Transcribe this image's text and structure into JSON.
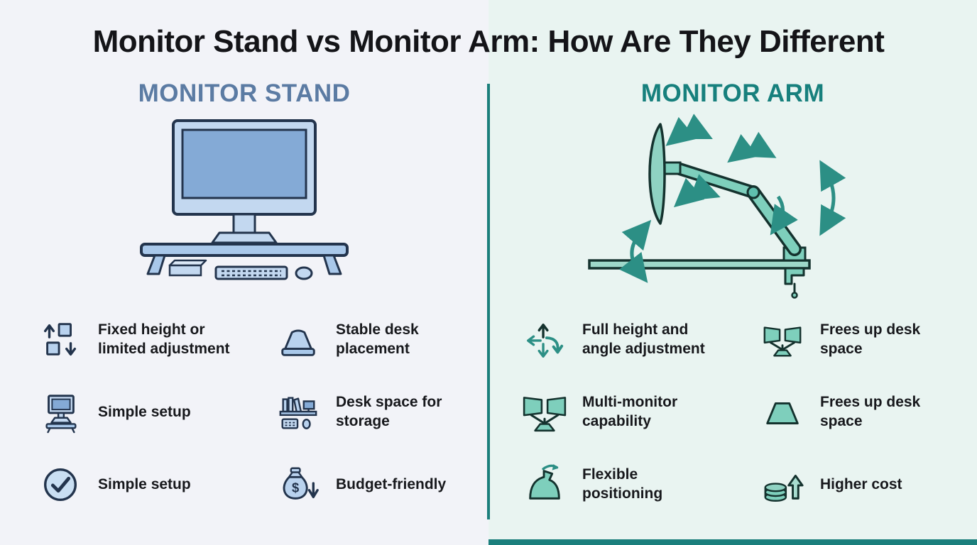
{
  "title": "Monitor Stand vs Monitor Arm: How Are They Different",
  "colors": {
    "left_heading": "#5b7ba3",
    "right_heading": "#17807d",
    "divider": "#1b7f7c",
    "left_icon_fill": "#b9d2ee",
    "right_icon_fill": "#7ecfbc"
  },
  "left": {
    "heading": "MONITOR STAND",
    "illustration": "monitor-on-riser-stand",
    "features": [
      {
        "icon": "height-limited-adjustment-icon",
        "text": "Fixed height or limited adjustment"
      },
      {
        "icon": "stable-base-icon",
        "text": "Stable desk placement"
      },
      {
        "icon": "monitor-stand-icon",
        "text": "Simple setup"
      },
      {
        "icon": "desk-storage-icon",
        "text": "Desk space for storage"
      },
      {
        "icon": "check-circle-icon",
        "text": "Simple setup"
      },
      {
        "icon": "money-bag-icon",
        "text": "Budget-friendly"
      }
    ]
  },
  "right": {
    "heading": "MONITOR ARM",
    "illustration": "monitor-arm-clamped-to-desk",
    "features": [
      {
        "icon": "four-way-adjustment-icon",
        "text": "Full height and angle adjustment"
      },
      {
        "icon": "dual-monitor-icon",
        "text": "Frees up desk space"
      },
      {
        "icon": "multi-monitor-icon",
        "text": "Multi-monitor capability"
      },
      {
        "icon": "trapezoid-space-icon",
        "text": "Frees up desk space"
      },
      {
        "icon": "flex-arm-icon",
        "text": "Flexible positioning"
      },
      {
        "icon": "coins-up-arrow-icon",
        "text": "Higher cost"
      }
    ]
  }
}
